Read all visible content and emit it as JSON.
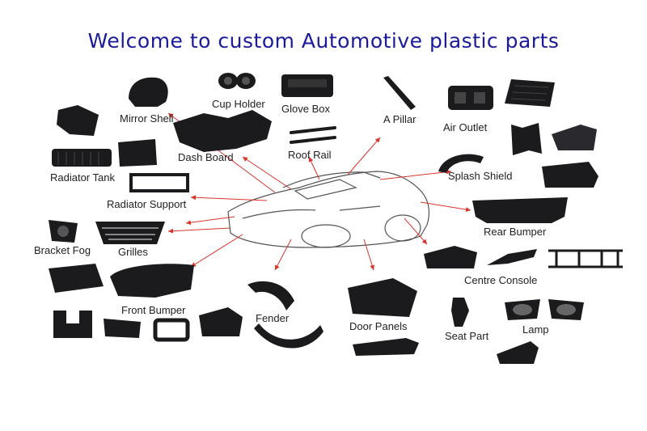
{
  "title": "Welcome to custom Automotive plastic parts",
  "colors": {
    "title": "#1a1a9a",
    "arrow": "#d9342b",
    "part": "#1b1b1e"
  },
  "labels": {
    "mirror_shell": "Mirror Shell",
    "cup_holder": "Cup Holder",
    "glove_box": "Glove Box",
    "a_pillar": "A Pillar",
    "air_outlet": "Air Outlet",
    "dash_board": "Dash Board",
    "roof_rail": "Roof Rail",
    "radiator_tank": "Radiator Tank",
    "splash_shield": "Splash Shield",
    "radiator_support": "Radiator Support",
    "rear_bumper": "Rear Bumper",
    "bracket_fog": "Bracket Fog",
    "grilles": "Grilles",
    "centre_console": "Centre Console",
    "front_bumper": "Front Bumper",
    "fender": "Fender",
    "door_panels": "Door Panels",
    "lamp": "Lamp",
    "seat_part": "Seat Part"
  }
}
